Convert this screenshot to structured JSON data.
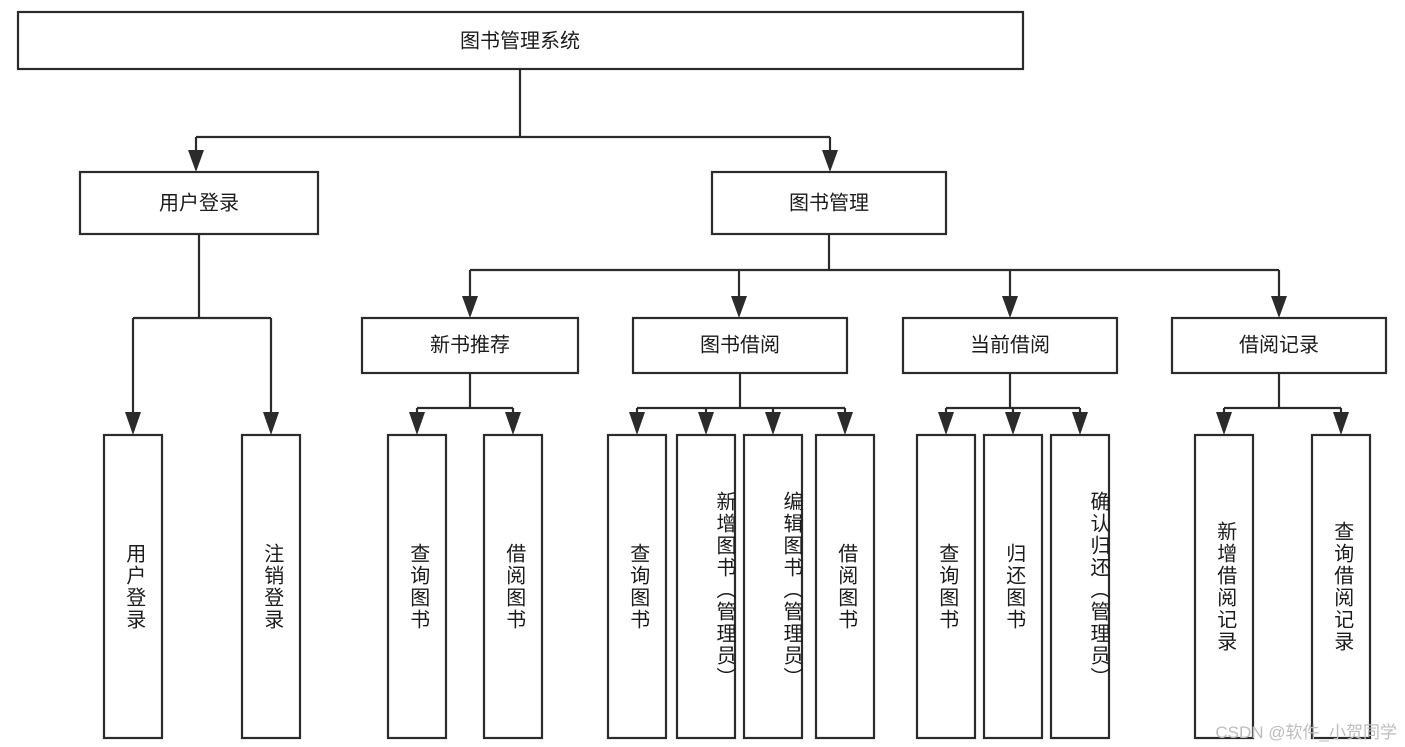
{
  "diagram": {
    "title": "图书管理系统",
    "type": "hierarchy-tree",
    "orientation": "top-down",
    "colors": {
      "box_stroke": "#2b2b2b",
      "box_fill": "#ffffff",
      "text": "#1b1b1b",
      "canvas": "#ffffff",
      "watermark": "#bdbdbd"
    },
    "root": {
      "label": "图书管理系统"
    },
    "level2": [
      {
        "label": "用户登录"
      },
      {
        "label": "图书管理"
      }
    ],
    "level3": [
      {
        "label": "新书推荐"
      },
      {
        "label": "图书借阅"
      },
      {
        "label": "当前借阅"
      },
      {
        "label": "借阅记录"
      }
    ],
    "leaves": {
      "user_login": [
        {
          "label": "用户登录"
        },
        {
          "label": "注销登录"
        }
      ],
      "new_book_recommend": [
        {
          "label": "查询图书"
        },
        {
          "label": "借阅图书"
        }
      ],
      "book_borrow": [
        {
          "label": "查询图书"
        },
        {
          "label": "新增图书（管理员）"
        },
        {
          "label": "编辑图书（管理员）"
        },
        {
          "label": "借阅图书"
        }
      ],
      "current_borrow": [
        {
          "label": "查询图书"
        },
        {
          "label": "归还图书"
        },
        {
          "label": "确认归还（管理员）"
        }
      ],
      "borrow_records": [
        {
          "label": "新增借阅记录"
        },
        {
          "label": "查询借阅记录"
        }
      ]
    },
    "watermark": "CSDN @软件_小贺同学"
  }
}
